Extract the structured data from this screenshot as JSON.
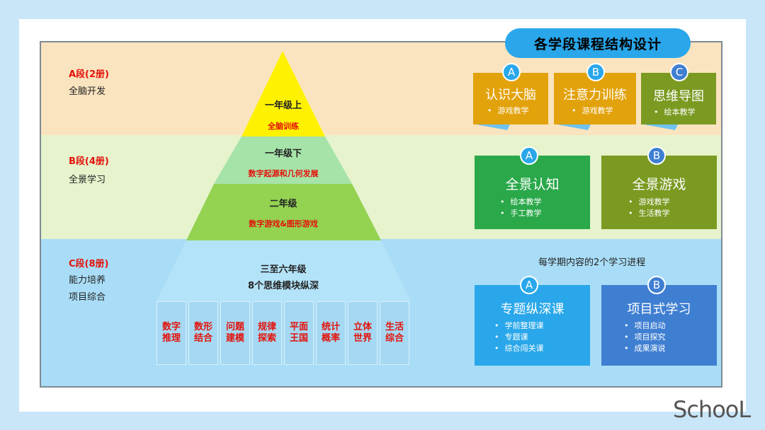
{
  "header": {
    "title": "各学段课程结构设计"
  },
  "segments": [
    {
      "title": "A段(2册)",
      "desc": [
        "全脑开发"
      ]
    },
    {
      "title": "B段(4册)",
      "desc": [
        "全景学习"
      ]
    },
    {
      "title": "C段(8册)",
      "desc": [
        "能力培养",
        "项目综合"
      ]
    }
  ],
  "pyramid": {
    "level1": {
      "title": "一年级上",
      "sub": "全脑训练"
    },
    "level2": {
      "title": "一年级下",
      "sub": "数字起源和几何发展"
    },
    "level3": {
      "title": "二年级",
      "sub": "数字游戏&图形游戏"
    },
    "level4": {
      "title": "三至六年级",
      "sub": "8个思维模块纵深"
    },
    "modules": [
      "数字推理",
      "数形结合",
      "问题建模",
      "规律探索",
      "平面王国",
      "统计概率",
      "立体世界",
      "生活综合"
    ]
  },
  "cards_a": [
    {
      "badge": "A",
      "title": "认识大脑",
      "items": [
        "游戏教学"
      ],
      "color": "#e2a20b"
    },
    {
      "badge": "B",
      "title": "注意力训练",
      "items": [
        "游戏教学"
      ],
      "color": "#e2a20b"
    },
    {
      "badge": "C",
      "title": "思维导图",
      "items": [
        "绘本教学"
      ],
      "color": "#7a9a21"
    }
  ],
  "cards_b": [
    {
      "badge": "A",
      "title": "全景认知",
      "items": [
        "绘本教学",
        "手工教学"
      ],
      "color": "#2aa84a"
    },
    {
      "badge": "B",
      "title": "全景游戏",
      "items": [
        "游戏教学",
        "生活教学"
      ],
      "color": "#7a9a21"
    }
  ],
  "note": "每学期内容的2个学习进程",
  "cards_c": [
    {
      "badge": "A",
      "title": "专题纵深课",
      "items": [
        "学前整理课",
        "专题课",
        "综合闯关课"
      ],
      "color": "#29a7ea"
    },
    {
      "badge": "B",
      "title": "项目式学习",
      "items": [
        "项目启动",
        "项目探究",
        "成果演说"
      ],
      "color": "#3f7fd2"
    }
  ],
  "watermark": "SchooL"
}
